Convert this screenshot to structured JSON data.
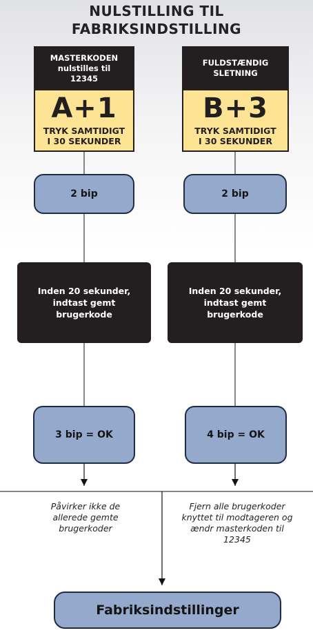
{
  "title": {
    "line1": "NULSTILLING TIL",
    "line2": "FABRIKSINDSTILLING"
  },
  "left": {
    "header_line1": "MASTERKODEN",
    "header_line2": "nulstilles til",
    "header_line3": "12345",
    "code": "A+1",
    "press_line1": "TRYK SAMTIDIGT",
    "press_line2": "I 30 SEKUNDER",
    "step1": "2 bip",
    "step2": "Inden 20 sekunder, indtast gemt brugerkode",
    "step3": "3 bip = OK",
    "note": "Påvirker ikke de allerede gemte brugerkoder"
  },
  "right": {
    "header_line1": "FULDSTÆNDIG",
    "header_line2": "SLETNING",
    "code": "B+3",
    "press_line1": "TRYK SAMTIDIGT",
    "press_line2": "I 30 SEKUNDER",
    "step1": "2 bip",
    "step2": "Inden 20 sekunder, indtast gemt brugerkode",
    "step3": "4 bip = OK",
    "note": "Fjern alle brugerkoder knyttet til modtageren og ændr masterkoden til 12345"
  },
  "result": "Fabriksindstillinger",
  "colors": {
    "blue_box": "#94a9cc",
    "yellow_box": "#fde495",
    "black_box": "#231f20"
  }
}
